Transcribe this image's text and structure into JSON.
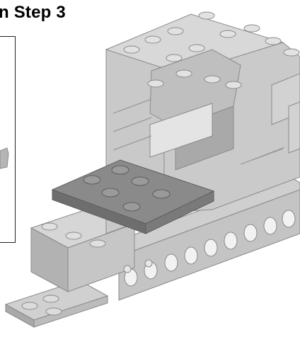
{
  "page": {
    "background": "#ffffff"
  },
  "heading": {
    "text": "n Step 3"
  },
  "illustration": {
    "subject": "lego-brick-assembly",
    "style": "grayscale-render",
    "colors": {
      "light": "#d2d2d2",
      "mid": "#bdbdbd",
      "shade": "#a6a6a6",
      "dark": "#8f8f8f",
      "plate_top": "#8a8a8a",
      "plate_side": "#6e6e6e",
      "outline": "#7a7a7a"
    }
  },
  "inset_frame": {
    "border_color": "#222222"
  }
}
